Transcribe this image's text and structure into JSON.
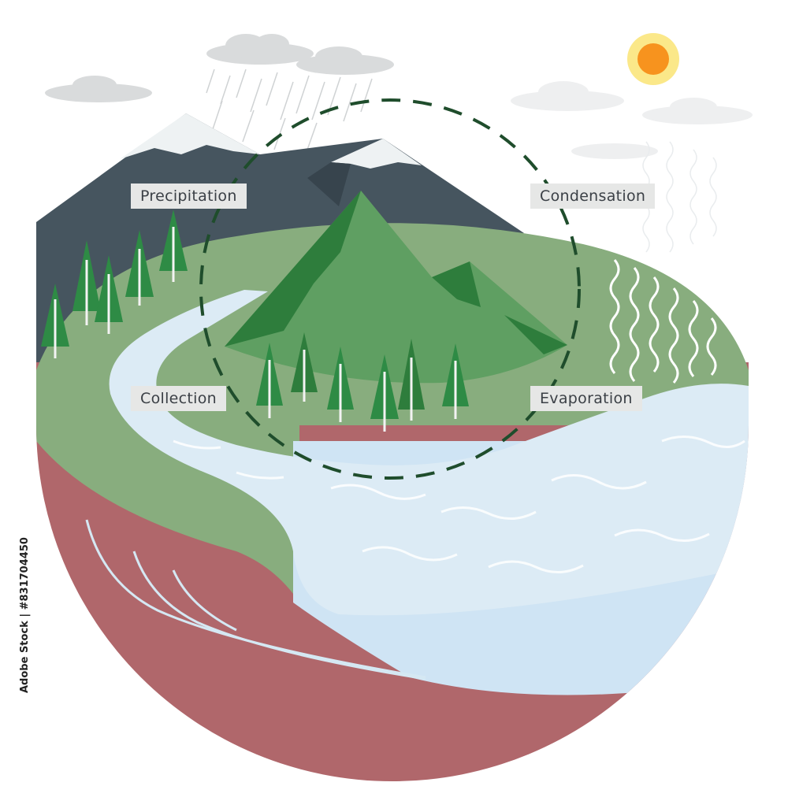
{
  "diagram": {
    "stages": {
      "precipitation": "Precipitation",
      "condensation": "Condensation",
      "collection": "Collection",
      "evaporation": "Evaporation"
    },
    "stock_id": "Adobe Stock | #831704450"
  },
  "colors": {
    "mountain_dark": "#46555f",
    "snow": "#eef2f3",
    "land_green": "#88ad7e",
    "hill_green": "#5f9f62",
    "tree_green": "#2e8b45",
    "water": "#dcebf5",
    "earth": "#b0676b",
    "sun": "#f7931e",
    "cycle_dash": "#1f4d2c",
    "label_bg": "#e6e7e6"
  },
  "icons": [
    "sun-icon",
    "cloud-icon",
    "rain-icon",
    "tree-icon",
    "mountain-icon"
  ]
}
